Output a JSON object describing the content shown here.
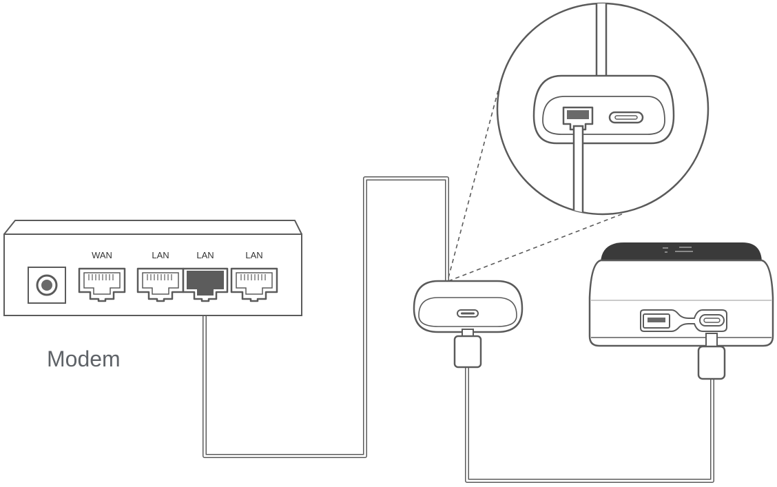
{
  "modem": {
    "caption": "Modem",
    "ports": [
      {
        "label": "WAN"
      },
      {
        "label": "LAN"
      },
      {
        "label": "LAN",
        "connected": true
      },
      {
        "label": "LAN"
      }
    ]
  },
  "colors": {
    "stroke": "#5a5a5a",
    "plug": "#5c5c5c",
    "battery_top": "#3a3a3a",
    "caption": "#5f6368"
  }
}
